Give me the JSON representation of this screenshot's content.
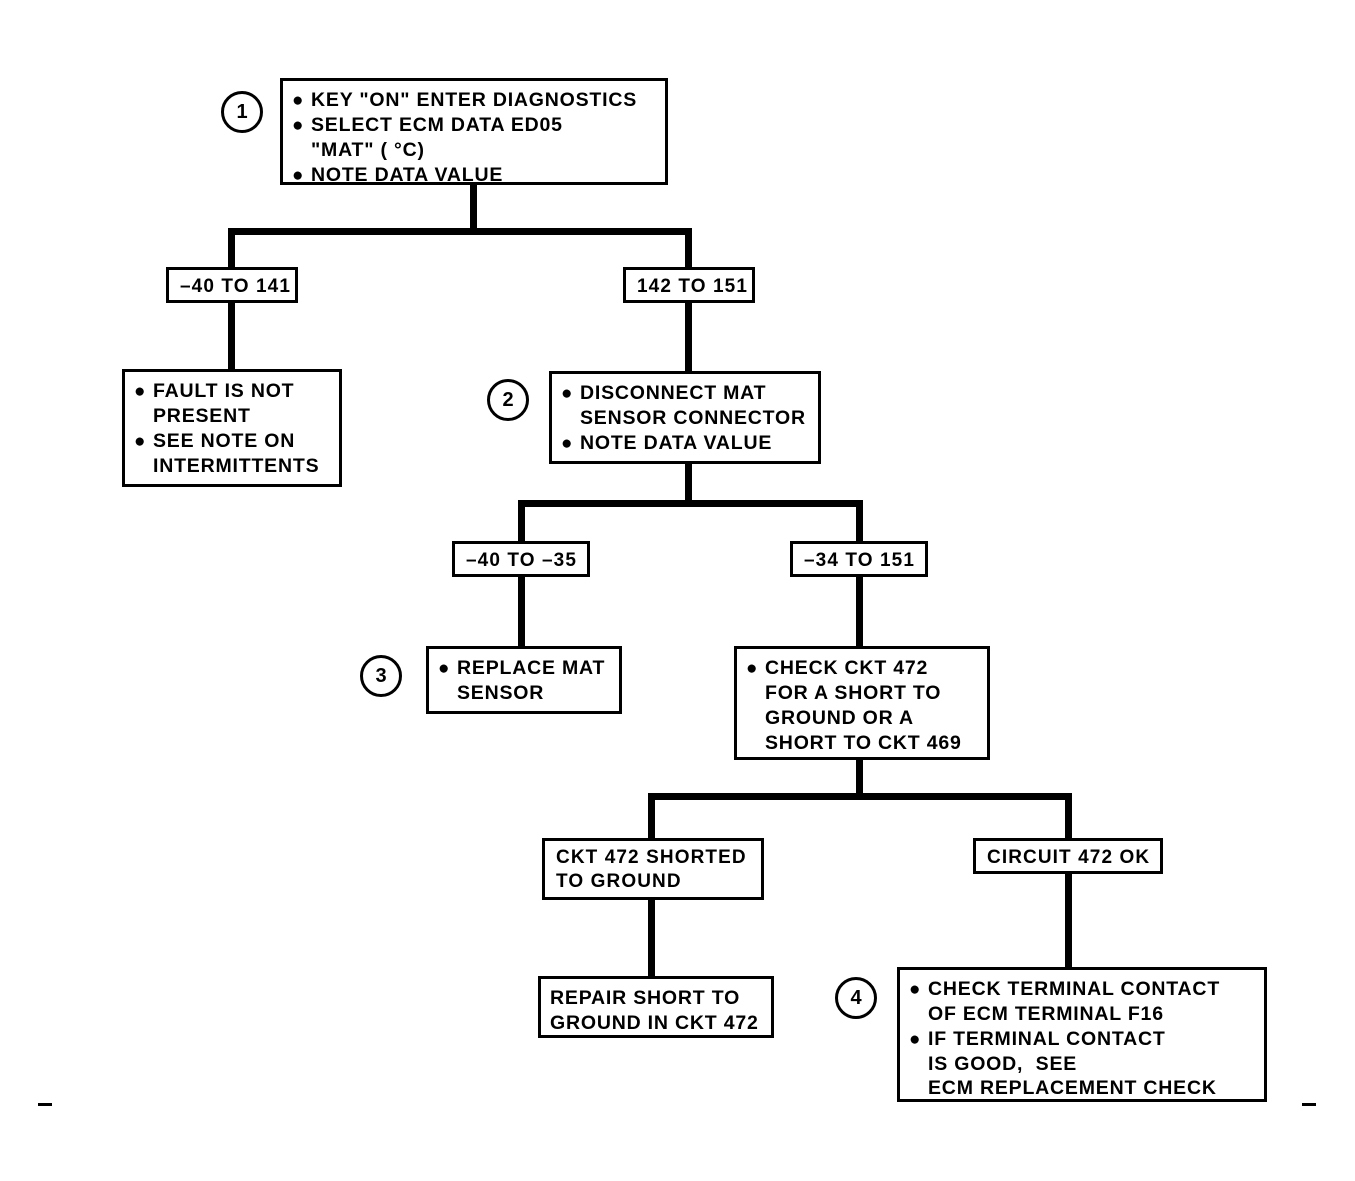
{
  "chart_data": {
    "type": "diagram",
    "title": "MAT Sensor Diagnostic Flowchart",
    "diagram_kind": "troubleshooting-flowchart"
  },
  "nodes": {
    "step1": {
      "step": "1",
      "lines": [
        {
          "bullet": true,
          "text": "KEY \"ON\" ENTER DIAGNOSTICS"
        },
        {
          "bullet": true,
          "text": "SELECT ECM DATA ED05"
        },
        {
          "bullet": false,
          "text": "\"MAT\" ( °C)"
        },
        {
          "bullet": true,
          "text": "NOTE DATA VALUE"
        }
      ]
    },
    "branch_a_left": {
      "lines": [
        {
          "bullet": false,
          "text": "–40 TO 141"
        }
      ]
    },
    "branch_a_right": {
      "lines": [
        {
          "bullet": false,
          "text": "142 TO 151"
        }
      ]
    },
    "fault_not_present": {
      "lines": [
        {
          "bullet": true,
          "text": "FAULT IS NOT"
        },
        {
          "bullet": false,
          "text": "PRESENT"
        },
        {
          "bullet": true,
          "text": "SEE NOTE ON"
        },
        {
          "bullet": false,
          "text": "INTERMITTENTS"
        }
      ]
    },
    "step2": {
      "step": "2",
      "lines": [
        {
          "bullet": true,
          "text": "DISCONNECT MAT"
        },
        {
          "bullet": false,
          "text": "SENSOR CONNECTOR"
        },
        {
          "bullet": true,
          "text": "NOTE DATA VALUE"
        }
      ]
    },
    "branch_b_left": {
      "lines": [
        {
          "bullet": false,
          "text": "–40 TO –35"
        }
      ]
    },
    "branch_b_right": {
      "lines": [
        {
          "bullet": false,
          "text": "–34 TO 151"
        }
      ]
    },
    "step3": {
      "step": "3",
      "lines": [
        {
          "bullet": true,
          "text": "REPLACE MAT"
        },
        {
          "bullet": false,
          "text": "SENSOR"
        }
      ]
    },
    "check_ckt472": {
      "lines": [
        {
          "bullet": true,
          "text": "CHECK CKT 472"
        },
        {
          "bullet": false,
          "text": "FOR A SHORT TO"
        },
        {
          "bullet": false,
          "text": "GROUND OR A"
        },
        {
          "bullet": false,
          "text": "SHORT TO CKT 469"
        }
      ]
    },
    "branch_c_left": {
      "lines": [
        {
          "bullet": false,
          "text": "CKT 472 SHORTED"
        },
        {
          "bullet": false,
          "text": "TO GROUND"
        }
      ]
    },
    "branch_c_right": {
      "lines": [
        {
          "bullet": false,
          "text": "CIRCUIT 472 OK"
        }
      ]
    },
    "repair_short": {
      "lines": [
        {
          "bullet": false,
          "text": "REPAIR SHORT TO"
        },
        {
          "bullet": false,
          "text": "GROUND IN CKT 472"
        }
      ]
    },
    "step4": {
      "step": "4",
      "lines": [
        {
          "bullet": true,
          "text": "CHECK TERMINAL CONTACT"
        },
        {
          "bullet": false,
          "text": "OF ECM TERMINAL F16"
        },
        {
          "bullet": true,
          "text": "IF TERMINAL CONTACT"
        },
        {
          "bullet": false,
          "text": "IS GOOD,  SEE"
        },
        {
          "bullet": false,
          "text": "ECM REPLACEMENT CHECK"
        }
      ]
    }
  },
  "colors": {
    "ink": "#000000",
    "paper": "#ffffff"
  }
}
